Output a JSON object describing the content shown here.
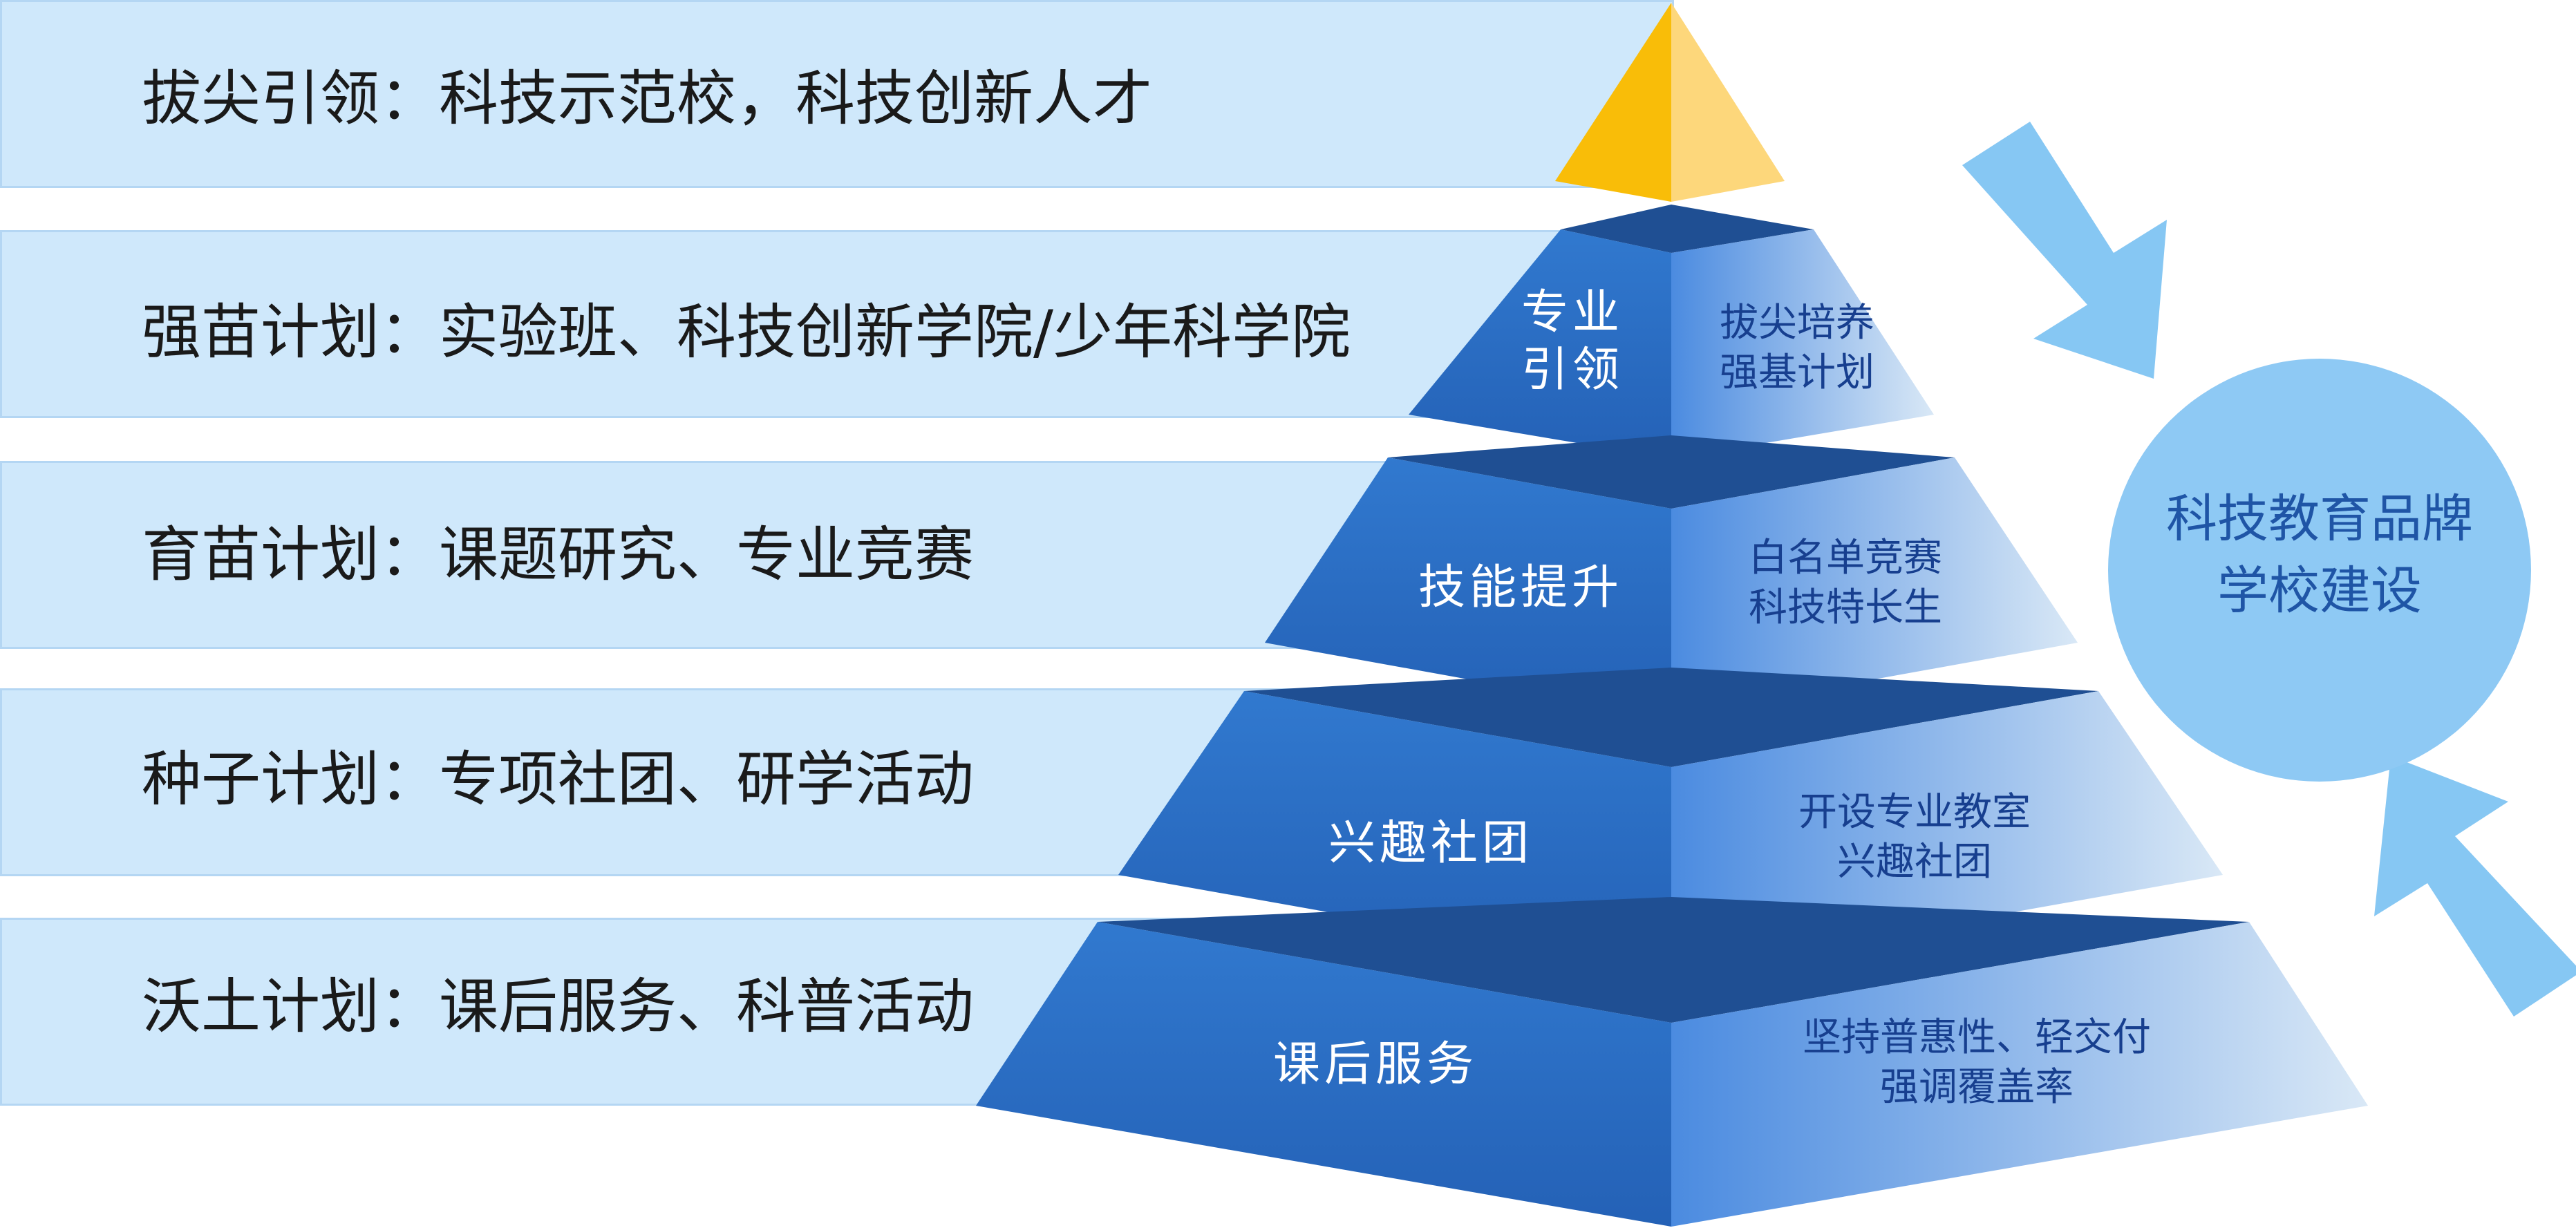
{
  "bands": [
    {
      "label": "拔尖引领：科技示范校，科技创新人才"
    },
    {
      "label": "强苗计划：实验班、科技创新学院/少年科学院"
    },
    {
      "label": "育苗计划：课题研究、专业竞赛"
    },
    {
      "label": "种子计划：专项社团、研学活动"
    },
    {
      "label": "沃土计划：课后服务、科普活动"
    }
  ],
  "pyramid": {
    "tiers": [
      {
        "front": [
          "专业",
          "引领"
        ],
        "side": [
          "拔尖培养",
          "强基计划"
        ]
      },
      {
        "front": [
          "技能提升"
        ],
        "side": [
          "白名单竞赛",
          "科技特长生"
        ]
      },
      {
        "front": [
          "兴趣社团"
        ],
        "side": [
          "开设专业教室",
          "兴趣社团"
        ]
      },
      {
        "front": [
          "课后服务"
        ],
        "side": [
          "坚持普惠性、轻交付",
          "强调覆盖率"
        ]
      }
    ]
  },
  "circle": {
    "lines": [
      "科技教育品牌",
      "学校建设"
    ]
  },
  "colors": {
    "band_fill": "#cfe8fb",
    "band_border": "#b4d6f3",
    "tier_front": "#2c6fc4",
    "tier_top": "#1f4f93",
    "apex_gold": "#f9bd08",
    "circle_fill": "#8ec9f4",
    "arrow_fill": "#86c7f3"
  },
  "icons": {
    "arrows": [
      "arrow-down-right-icon",
      "arrow-up-left-icon"
    ]
  }
}
